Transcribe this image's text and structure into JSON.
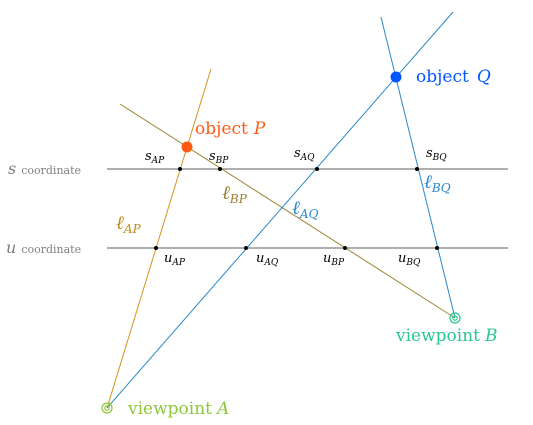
{
  "colors": {
    "axis": "#7f7f7f",
    "ray_AP": "#d4921e",
    "ray_BP": "#a0883a",
    "ray_AQ": "#2a87c9",
    "ray_BQ": "#2a87c9",
    "point_P": "#ff5a14",
    "point_Q": "#0057ff",
    "viewpoint_A": "#8cc83c",
    "viewpoint_B": "#28c88c",
    "text": "#000000",
    "label_ell_AP": "#c58a1e",
    "label_ell_BP": "#9a8030",
    "label_ell_AQ": "#2a87c9",
    "label_ell_BQ": "#2a87c9"
  },
  "axes": {
    "s_label": {
      "var": "s",
      "word": "coordinate"
    },
    "u_label": {
      "var": "u",
      "word": "coordinate"
    }
  },
  "objects": {
    "P": {
      "word": "object",
      "name": "P"
    },
    "Q": {
      "word": "object",
      "name": "Q"
    }
  },
  "viewpoints": {
    "A": {
      "word": "viewpoint",
      "name": "A"
    },
    "B": {
      "word": "viewpoint",
      "name": "B"
    }
  },
  "rays": {
    "AP": {
      "sym": "ℓ",
      "sub": "AP"
    },
    "BP": {
      "sym": "ℓ",
      "sub": "BP"
    },
    "AQ": {
      "sym": "ℓ",
      "sub": "AQ"
    },
    "BQ": {
      "sym": "ℓ",
      "sub": "BQ"
    }
  },
  "intersections": {
    "s_AP": {
      "var": "s",
      "sub": "AP"
    },
    "s_BP": {
      "var": "s",
      "sub": "BP"
    },
    "s_AQ": {
      "var": "s",
      "sub": "AQ"
    },
    "s_BQ": {
      "var": "s",
      "sub": "BQ"
    },
    "u_AP": {
      "var": "u",
      "sub": "AP"
    },
    "u_AQ": {
      "var": "u",
      "sub": "AQ"
    },
    "u_BP": {
      "var": "u",
      "sub": "BP"
    },
    "u_BQ": {
      "var": "u",
      "sub": "BQ"
    }
  }
}
